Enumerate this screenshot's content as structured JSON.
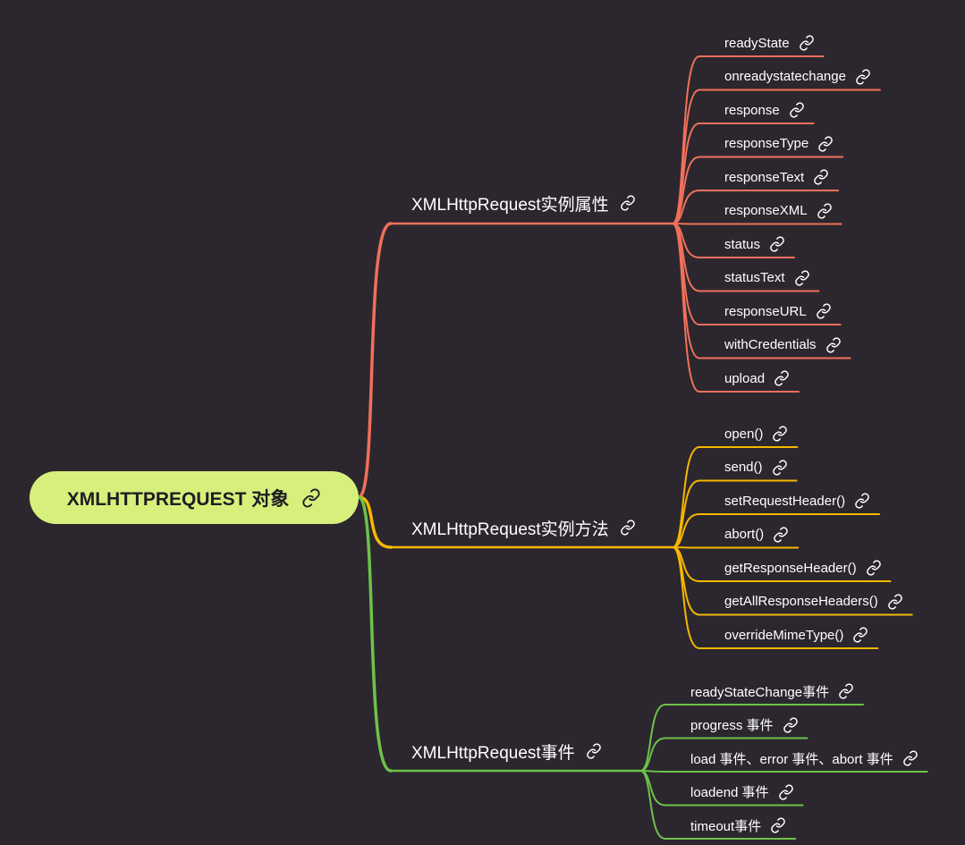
{
  "colors": {
    "background": "#2c272e",
    "root_fill": "#d7f07c",
    "properties_branch": "#f0705a",
    "methods_branch": "#f5b800",
    "events_branch": "#6cc24a"
  },
  "icon": "link-icon",
  "root": {
    "label": "XMLHTTPREQUEST 对象"
  },
  "branches": [
    {
      "label": "XMLHttpRequest实例属性",
      "children": [
        "readyState",
        "onreadystatechange",
        "response",
        "responseType",
        "responseText",
        "responseXML",
        "status",
        "statusText",
        "responseURL",
        "withCredentials",
        "upload"
      ]
    },
    {
      "label": "XMLHttpRequest实例方法",
      "children": [
        "open()",
        "send()",
        "setRequestHeader()",
        "abort()",
        "getResponseHeader()",
        "getAllResponseHeaders()",
        "overrideMimeType()"
      ]
    },
    {
      "label": "XMLHttpRequest事件",
      "children": [
        "readyStateChange事件",
        "progress 事件",
        "load 事件、error 事件、abort 事件",
        "loadend 事件",
        "timeout事件"
      ]
    }
  ]
}
